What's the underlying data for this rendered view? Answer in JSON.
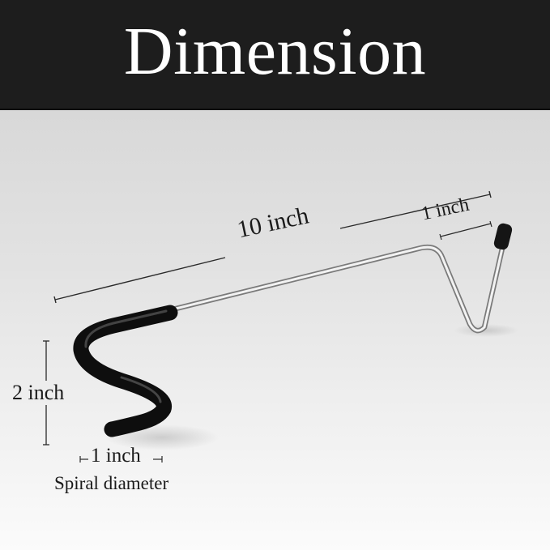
{
  "header": {
    "title": "Dimension",
    "background": "#1d1d1d",
    "text_color": "#ffffff"
  },
  "product": {
    "name": "spiral stake with hook",
    "colors": {
      "coating": "#111111",
      "steel": "#c8c8c8"
    }
  },
  "dimensions": {
    "length": {
      "label": "10 inch"
    },
    "hook_width": {
      "label": "1 inch"
    },
    "spiral_height": {
      "label": "2 inch"
    },
    "spiral_diameter": {
      "label": "1 inch",
      "caption": "Spiral diameter"
    }
  }
}
